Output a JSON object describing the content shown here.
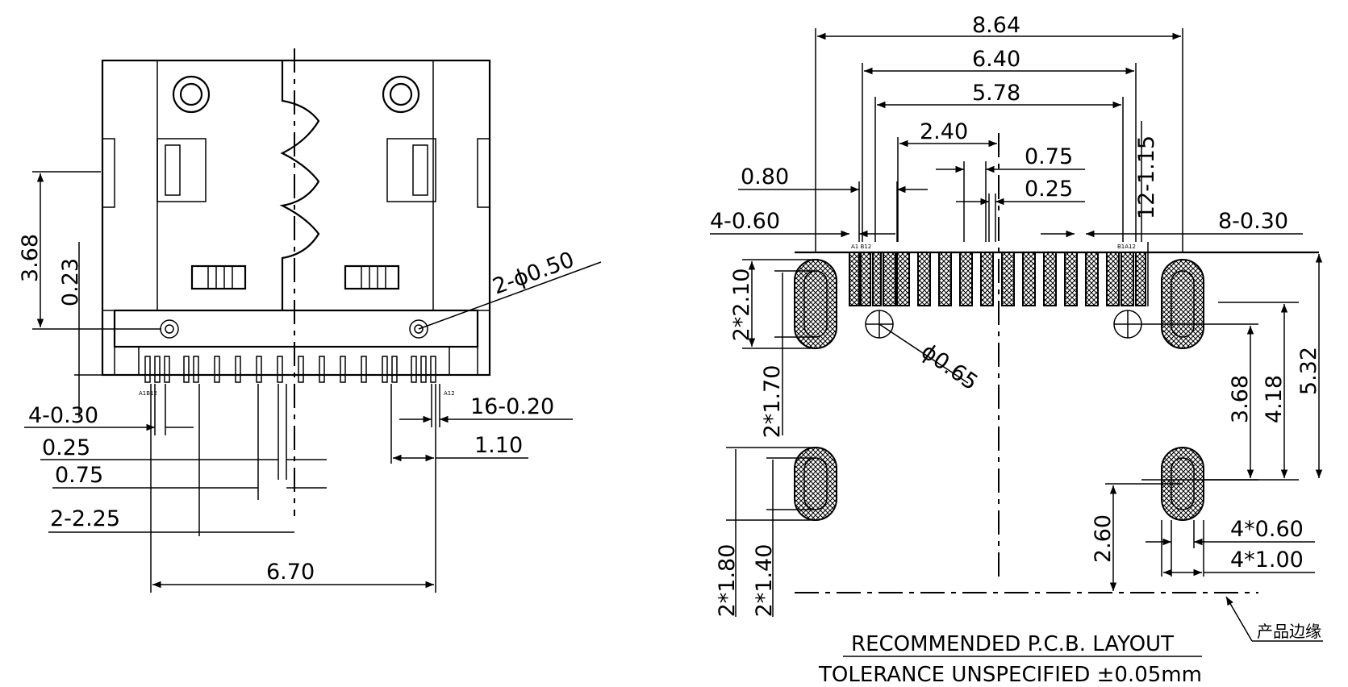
{
  "colors": {
    "ink": "#000000",
    "paper": "#ffffff"
  },
  "front_view": {
    "dims": {
      "h_3_68": "3.68",
      "h_0_23": "0.23",
      "holes_2_phi_0_50": "2-ϕ0.50",
      "pins_4_0_30": "4-0.30",
      "pins_0_25": "0.25",
      "pins_0_75": "0.75",
      "pins_2_2_25": "2-2.25",
      "width_6_70": "6.70",
      "pins_16_0_20": "16-0.20",
      "pitch_1_10": "1.10"
    },
    "pin_labels": {
      "left": "A1B12",
      "right": "A12"
    }
  },
  "pcb_layout": {
    "dims": {
      "w_8_64": "8.64",
      "w_6_40": "6.40",
      "w_5_78": "5.78",
      "w_2_40": "2.40",
      "w_0_75": "0.75",
      "w_0_25": "0.25",
      "w_0_80": "0.80",
      "w_4_0_60": "4-0.60",
      "w_12_1_15": "12-1.15",
      "w_8_0_30": "8-0.30",
      "w_2x2_10": "2*2.10",
      "w_phi_0_65": "ϕ0.65",
      "w_2x1_70": "2*1.70",
      "h_3_68": "3.68",
      "h_4_18": "4.18",
      "h_5_32": "5.32",
      "w_2x1_80": "2*1.80",
      "w_2x1_40": "2*1.40",
      "h_2_60": "2.60",
      "w_4x0_60": "4*0.60",
      "w_4x1_00": "4*1.00"
    },
    "pad_labels": {
      "left": "A1 B12",
      "right": "B1A12"
    },
    "edge_note": "产品边缘",
    "title": "RECOMMENDED  P.C.B. LAYOUT",
    "subtitle": "TOLERANCE UNSPECIFIED ±0.05mm"
  }
}
